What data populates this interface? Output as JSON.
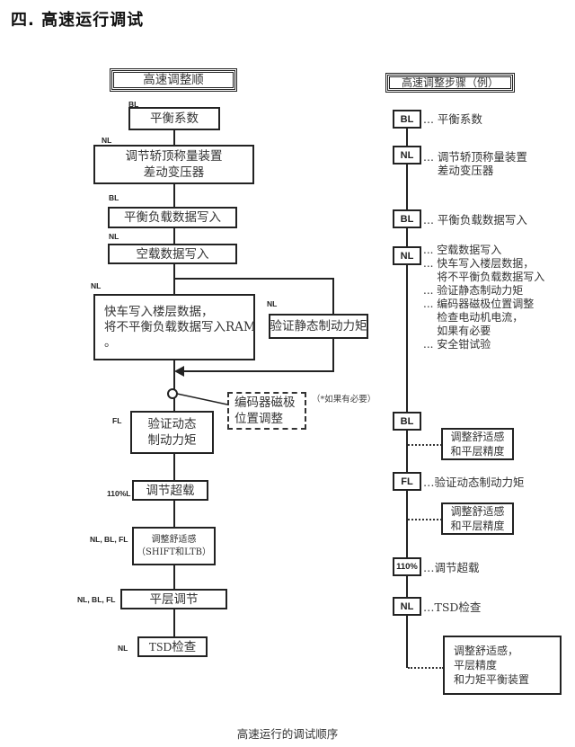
{
  "title": "四. 高速运行调试",
  "caption": "高速运行的调试顺序",
  "left_flow": {
    "header": "高速调整顺",
    "steps": [
      {
        "tag": "BL",
        "text": "平衡系数"
      },
      {
        "tag": "NL",
        "text": "调节轿顶称量装置\n差动变压器"
      },
      {
        "tag": "BL",
        "text": "平衡负载数据写入"
      },
      {
        "tag": "NL",
        "text": "空载数据写入"
      },
      {
        "tag": "NL",
        "text": "快车写入楼层数据，\n将不平衡负载数据写入RAM\n。"
      },
      {
        "tag": "FL",
        "text": "验证动态\n制动力矩"
      },
      {
        "tag": "110%L",
        "text": "调节超载"
      },
      {
        "tag": "NL, BL, FL",
        "text": "调整舒适感\n（SHIFT和LTB）"
      },
      {
        "tag": "NL, BL, FL",
        "text": "平层调节"
      },
      {
        "tag": "NL",
        "text": "TSD检查"
      }
    ],
    "branch": {
      "tag": "NL",
      "text": "验证静态制动力矩"
    },
    "optional": {
      "text": "编码器磁极\n位置调整",
      "note": "（*如果有必要）"
    }
  },
  "right_flow": {
    "header": "高速调整步骤（例）",
    "steps": [
      {
        "tag": "BL",
        "text": "... 平衡系数"
      },
      {
        "tag": "NL",
        "text": "... 调节轿顶称量装置\n    差动变压器"
      },
      {
        "tag": "BL",
        "text": "... 平衡负载数据写入"
      },
      {
        "tag": "NL",
        "text": "... 空载数据写入\n... 快车写入楼层数据，\n    将不平衡负载数据写入\n... 验证静态制动力矩\n... 编码器磁极位置调整\n    检查电动机电流，\n    如果有必要\n... 安全钳试验"
      },
      {
        "tag": "BL",
        "text": ""
      },
      {
        "tag": "FL",
        "text": "…验证动态制动力矩"
      },
      {
        "tag": "110%",
        "text": "…调节超载"
      },
      {
        "tag": "NL",
        "text": "…TSD检查"
      }
    ],
    "side_boxes": [
      "调整舒适感\n和平层精度",
      "调整舒适感\n和平层精度",
      "调整舒适感，\n平层精度\n和力矩平衡装置"
    ]
  }
}
